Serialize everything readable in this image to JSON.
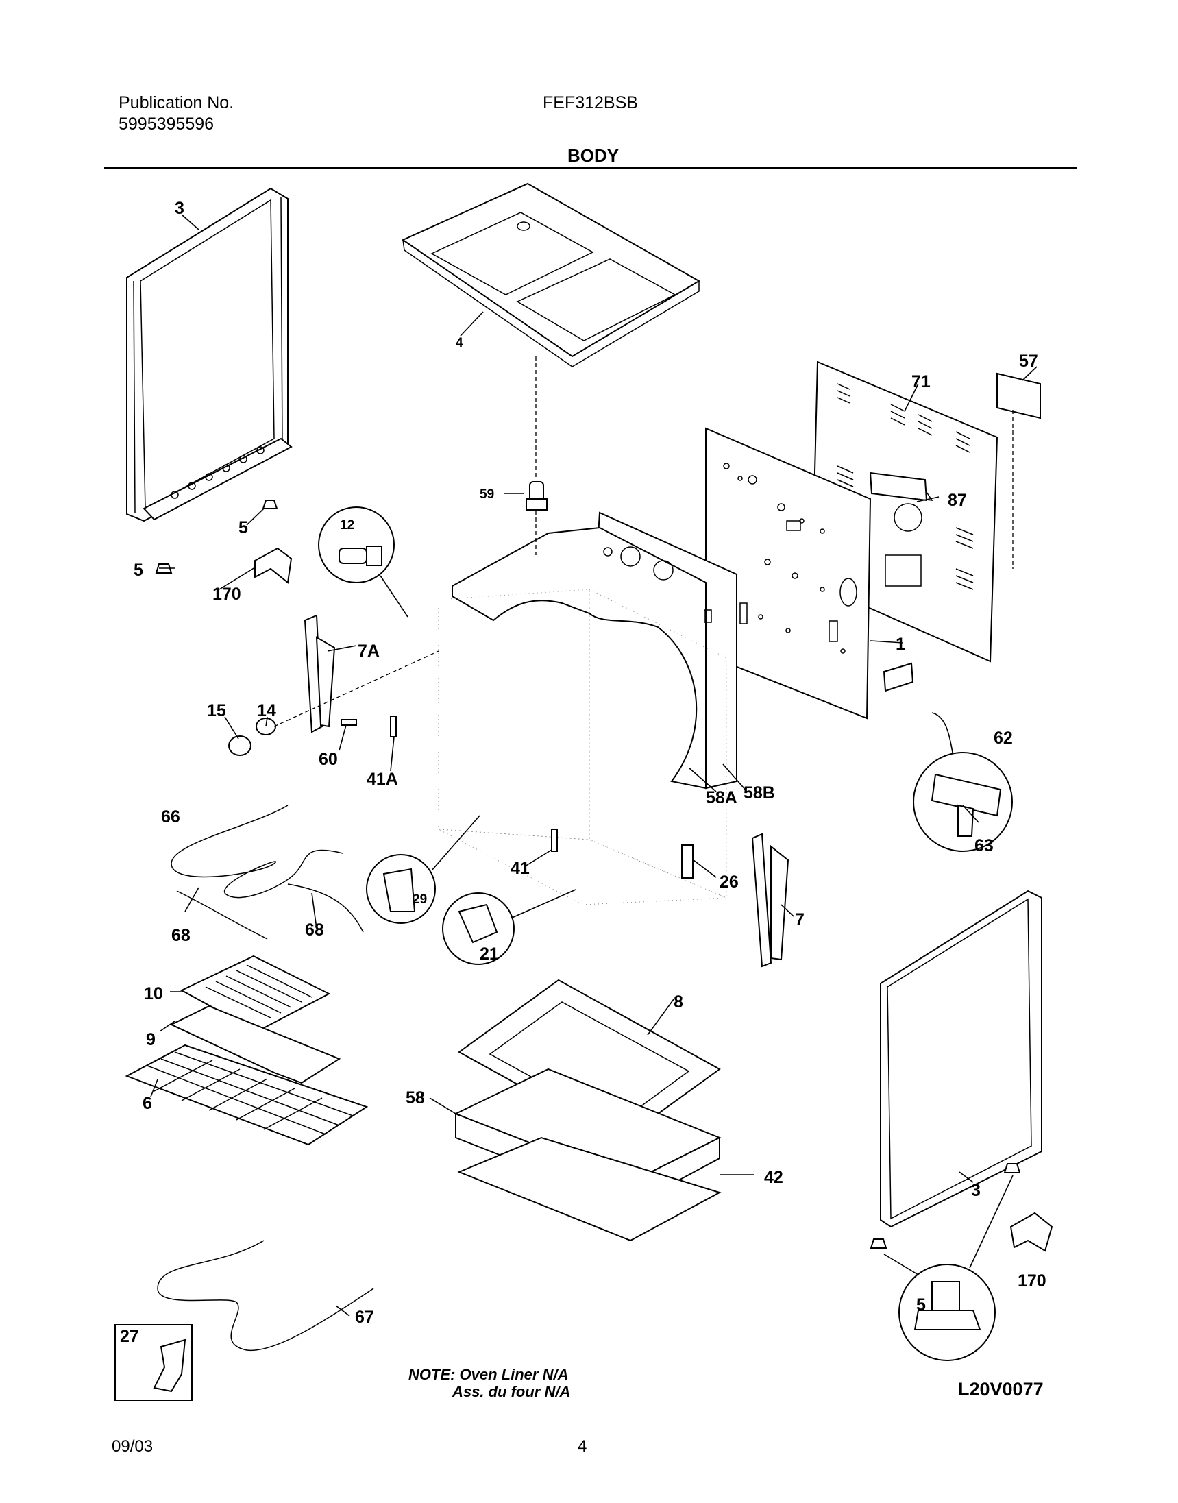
{
  "header": {
    "publication_label": "Publication No.",
    "publication_number": "5995395596",
    "model": "FEF312BSB",
    "section_title": "BODY"
  },
  "callouts": [
    "3",
    "4",
    "57",
    "71",
    "59",
    "12",
    "5",
    "170",
    "7A",
    "1",
    "87",
    "15",
    "14",
    "60",
    "41A",
    "58A",
    "58B",
    "62",
    "66",
    "63",
    "29",
    "41",
    "26",
    "7",
    "68",
    "21",
    "10",
    "8",
    "9",
    "6",
    "58",
    "42",
    "27",
    "67"
  ],
  "note": {
    "line1": "NOTE: Oven Liner N/A",
    "line2": "Ass. du four N/A"
  },
  "diagram_code": "L20V0077",
  "footer": {
    "date": "09/03",
    "page": "4"
  }
}
